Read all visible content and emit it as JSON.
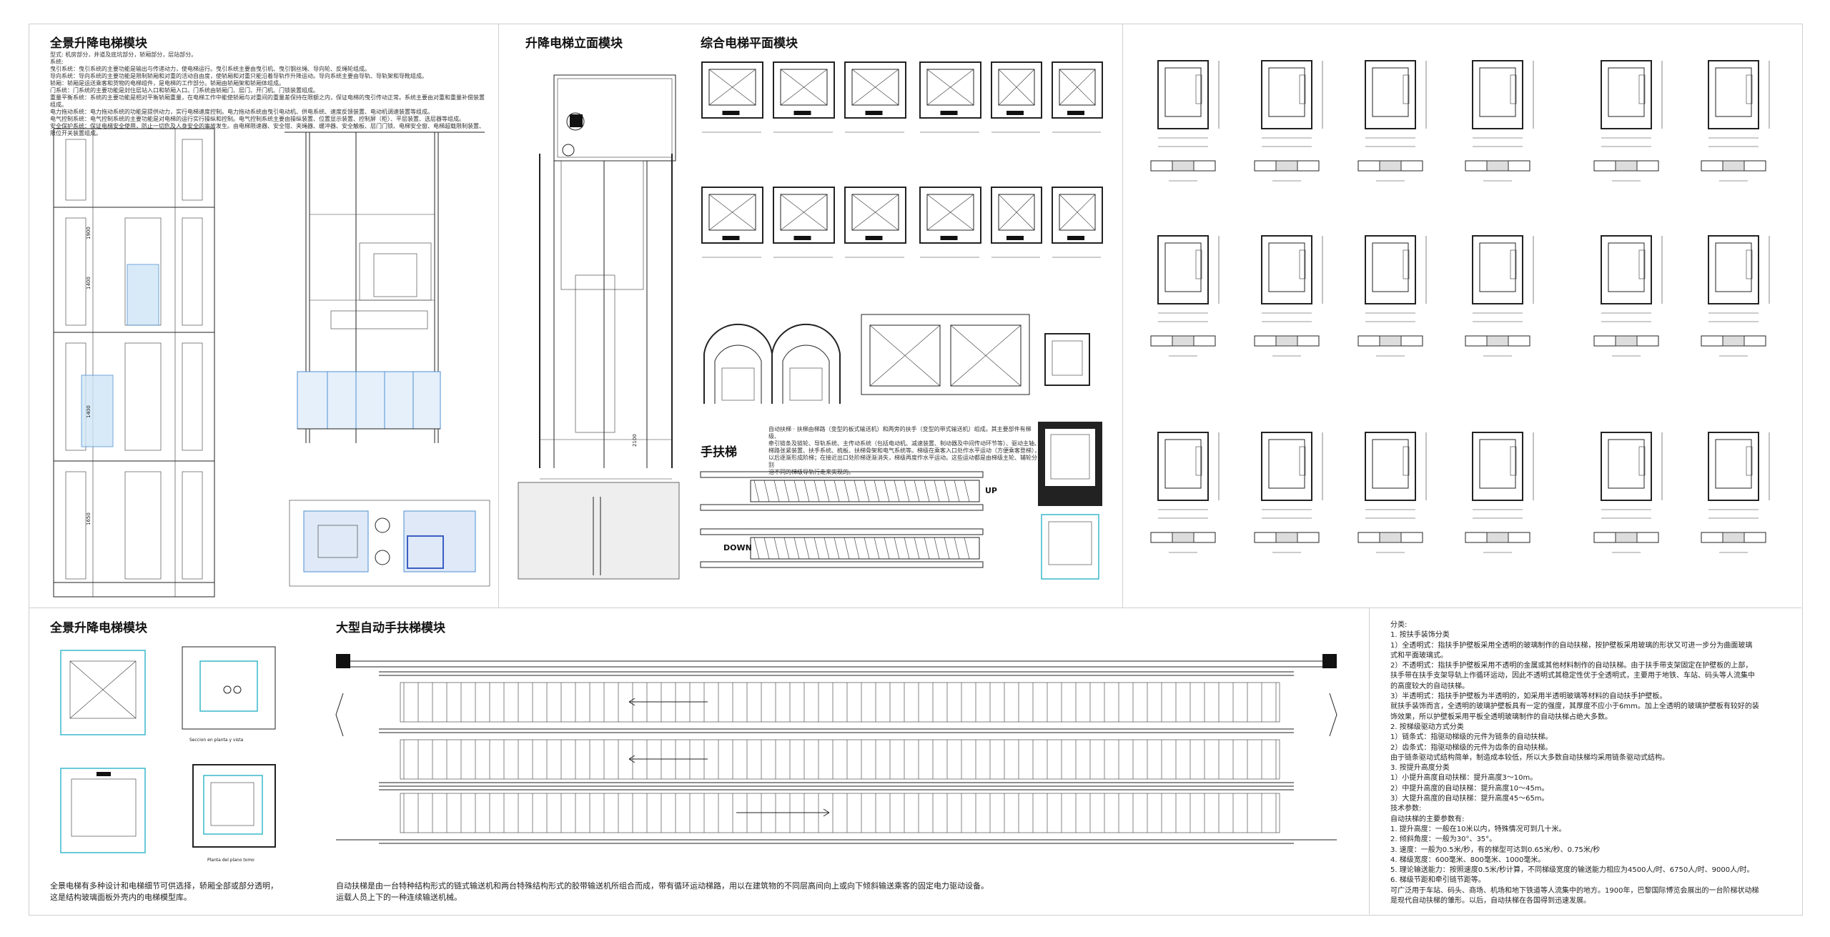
{
  "sections": {
    "s1_title": "全景升降电梯模块",
    "s2_title": "升降电梯立面模块",
    "s3_title": "综合电梯平面模块",
    "s4_title": "全景升降电梯模块",
    "s5_title": "大型自动手扶梯模块",
    "escalator_title": "手扶梯"
  },
  "labels": {
    "up": "UP",
    "down": "DOWN",
    "dim_1900": "1900",
    "dim_1400": "1400",
    "dim_1650": "1650",
    "dim_2100": "2100",
    "pano_caption_1": "Seccion en planta y vista",
    "pano_caption_2": "Planta del plano tomo"
  },
  "s1_desc": [
    "型式: 机房部分，井道及底坑部分，轿厢部分，层站部分。",
    "系统:",
    "曳引系统：曳引系统的主要功能是输出与传递动力，使电梯运行。曳引系统主要由曳引机、曳引钢丝绳、导向轮、反绳轮组成。",
    "导向系统：导向系统的主要功能是限制轿厢和对重的活动自由度，使轿厢和对重只能沿着导轨作升降运动。导向系统主要由导轨、导轨架和导靴组成。",
    "轿厢：轿厢是运送乘客和货物的电梯组件，是电梯的工作部分。轿厢由轿厢架和轿厢体组成。",
    "门系统：门系统的主要功能是封住层站入口和轿厢入口。门系统由轿厢门、层门、开门机、门锁装置组成。",
    "重量平衡系统：系统的主要功能是相对平衡轿厢重量，在电梯工作中能使轿厢与对重间的重量差保持在限额之内，保证电梯的曳引传动正常。系统主要由对重和重量补偿装置组成。",
    "电力拖动系统：电力拖动系统的功能是提供动力，实行电梯速度控制。电力拖动系统由曳引电动机、供电系统、速度反馈装置、电动机调速装置等组成。",
    "电气控制系统：电气控制系统的主要功能是对电梯的运行实行操纵和控制。电气控制系统主要由操纵装置、位置显示装置、控制屏（柜）、平层装置、选层器等组成。",
    "安全保护系统：保证电梯安全使用，防止一切危及人身安全的事故发生。由电梯限速器、安全钳、夹绳器、缓冲器、安全触板、层门门锁、电梯安全窗、电梯超载限制装置、限位开关装置组成。"
  ],
  "s4_desc": [
    "全景电梯有多种设计和电梯细节可供选择，轿厢全部或部分透明，",
    "这是结构玻璃面板外壳内的电梯模型库。"
  ],
  "s5_desc": [
    "自动扶梯是由一台特种结构形式的链式输送机和两台特殊结构形式的胶带输送机所组合而成，带有循环运动梯路，用以在建筑物的不同层高间向上或向下倾斜输送乘客的固定电力驱动设备。",
    "运载人员上下的一种连续输送机械。"
  ],
  "escalator_desc": [
    "自动扶梯 · 扶梯由梯路（变型的板式输送机）和两旁的扶手（变型的带式输送机）组成。其主要部件有梯级、",
    "牵引链条及链轮、导轨系统、主传动系统（包括电动机、减速装置、制动器及中间传动环节等）、驱动主轴、",
    "梯路张紧装置、扶手系统、梳板、扶梯骨架和电气系统等。梯级在乘客入口处作水平运动（方便乘客登梯），",
    "以后逐渐形成阶梯；在接近出口处阶梯逐渐消失，梯级再度作水平运动。这些运动都是由梯级主轮、辅轮分别",
    "沿不同的梯级导轨行走来实现的。"
  ],
  "right_text": [
    "分类:",
    "1. 按扶手装饰分类",
    "1）全透明式：指扶手护壁板采用全透明的玻璃制作的自动扶梯，按护壁板采用玻璃的形状又可进一步分为曲面玻璃",
    "式和平面玻璃式。",
    "2）不透明式：指扶手护壁板采用不透明的金属或其他材料制作的自动扶梯。由于扶手带支架固定在护壁板的上部，",
    "扶手带在扶手支架导轨上作循环运动，因此不透明式其稳定性优于全透明式，主要用于地铁、车站、码头等人流集中",
    "的高度较大的自动扶梯。",
    "3）半透明式：指扶手护壁板为半透明的，如采用半透明玻璃等材料的自动扶手护壁板。",
    "就扶手装饰而言，全透明的玻璃护壁板具有一定的强度，其厚度不应小于6mm。加上全透明的玻璃护壁板有较好的装",
    "饰效果，所以护壁板采用平板全透明玻璃制作的自动扶梯占绝大多数。",
    "2. 按梯级驱动方式分类",
    "1）链条式：指驱动梯级的元件为链条的自动扶梯。",
    "2）齿条式：指驱动梯级的元件为齿条的自动扶梯。",
    "由于链条驱动式结构简单，制造成本较低，所以大多数自动扶梯均采用链条驱动式结构。",
    "3. 按提升高度分类",
    "1）小提升高度自动扶梯：提升高度3～10m。",
    "2）中提升高度的自动扶梯：提升高度10～45m。",
    "3）大提升高度的自动扶梯：提升高度45～65m。",
    "技术参数:",
    "自动扶梯的主要参数有:",
    "1. 提升高度：一般在10米以内，特殊情况可到几十米。",
    "2. 倾斜角度：一般为30°、35°。",
    "3. 速度：一般为0.5米/秒，有的梯型可达到0.65米/秒、0.75米/秒",
    "4. 梯级宽度：600毫米、800毫米、1000毫米。",
    "5. 理论输送能力：按照速度0.5米/秒计算，不同梯级宽度的输送能力相应为4500人/时、6750人/时、9000人/时。",
    "6. 梯级节距和牵引链节距等。",
    "可广泛用于车站、码头、商场、机场和地下铁道等人流集中的地方。1900年，巴黎国际博览会展出的一台阶梯状动梯",
    "是现代自动扶梯的雏形。以后，自动扶梯在各国得到迅速发展。"
  ]
}
